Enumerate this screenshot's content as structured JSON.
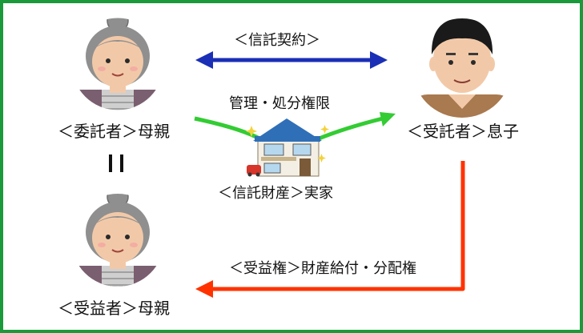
{
  "parties": {
    "trustor": {
      "label": "＜委託者＞母親",
      "figure": "elderly-woman-icon"
    },
    "trustee": {
      "label": "＜受託者＞息子",
      "figure": "man-icon"
    },
    "beneficiary": {
      "label": "＜受益者＞母親",
      "figure": "elderly-woman-icon"
    }
  },
  "relations": {
    "contract": "＜信託契約＞",
    "management_rights": "管理・処分権限",
    "trust_property": "＜信託財産＞実家",
    "beneficial_interest": "＜受益権＞財産給付・分配権"
  },
  "icons": {
    "house": "house-icon",
    "equals": "equals-icon"
  },
  "colors": {
    "frame": "#1a9a3a",
    "contract_arrow": "#1a2fb5",
    "management_arrow": "#33cc33",
    "benefit_arrow": "#ff3300"
  }
}
